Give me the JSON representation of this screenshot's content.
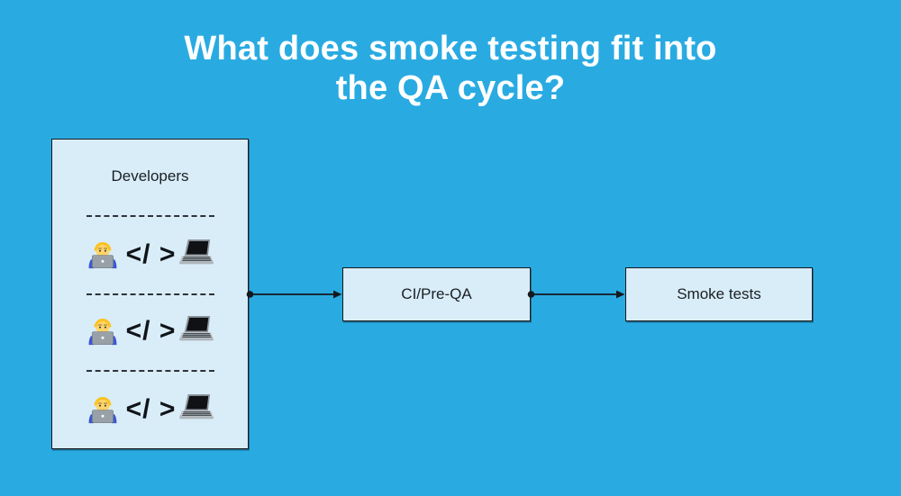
{
  "page": {
    "title_line1": "What does smoke testing fit into",
    "title_line2": "the QA cycle?"
  },
  "colors": {
    "background": "#29ABE2",
    "node_fill": "#D8EDF8",
    "outline": "#15181D",
    "text": "#1B1F24",
    "title_text": "#FFFFFF"
  },
  "diagram": {
    "developers": {
      "label": "Developers",
      "rows": [
        {
          "icons": [
            "technologist-icon",
            "laptop-icon"
          ],
          "code": "</ >"
        },
        {
          "icons": [
            "technologist-icon",
            "laptop-icon"
          ],
          "code": "</ >"
        },
        {
          "icons": [
            "technologist-icon",
            "laptop-icon"
          ],
          "code": "</ >"
        }
      ]
    },
    "nodes": [
      {
        "label": "CI/Pre-QA"
      },
      {
        "label": "Smoke tests"
      }
    ],
    "connectors": [
      {
        "from": "Developers",
        "to": "CI/Pre-QA",
        "style": "dot-to-arrow"
      },
      {
        "from": "CI/Pre-QA",
        "to": "Smoke tests",
        "style": "dot-to-arrow"
      }
    ]
  }
}
